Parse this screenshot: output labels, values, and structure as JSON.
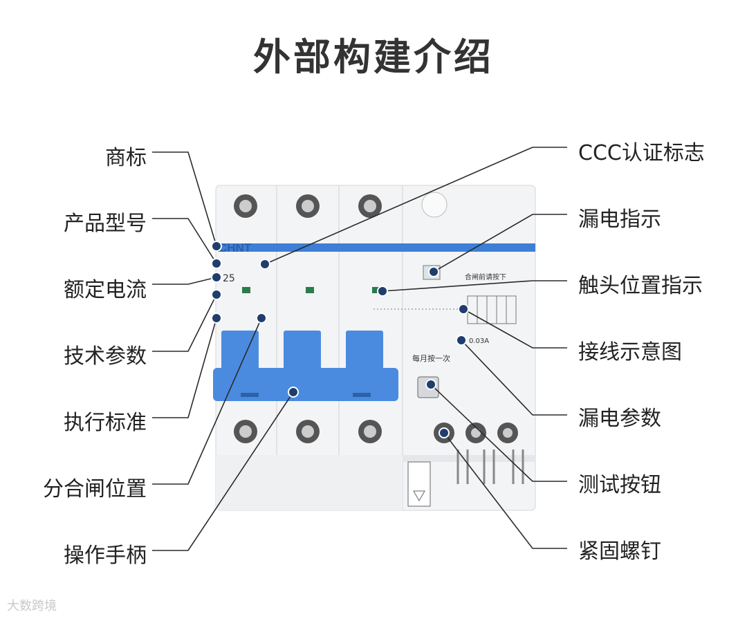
{
  "title": "外部构建介绍",
  "left_labels": [
    "商标",
    "产品型号",
    "额定电流",
    "技术参数",
    "执行标准",
    "分合闸位置",
    "操作手柄"
  ],
  "right_labels": [
    "CCC认证标志",
    "漏电指示",
    "触头位置指示",
    "接线示意图",
    "漏电参数",
    "测试按钮",
    "紧固螺钉"
  ],
  "device": {
    "brand": "CHNT",
    "rating": "25",
    "test_text": "每月按一次",
    "leak_rating": "0.03A",
    "status_text": "合闸前请按下"
  },
  "watermark": "大数跨境",
  "colors": {
    "accent_blue": "#3d7fd6",
    "handle_blue": "#4a8be0",
    "body": "#f4f5f7",
    "line": "#222222"
  }
}
